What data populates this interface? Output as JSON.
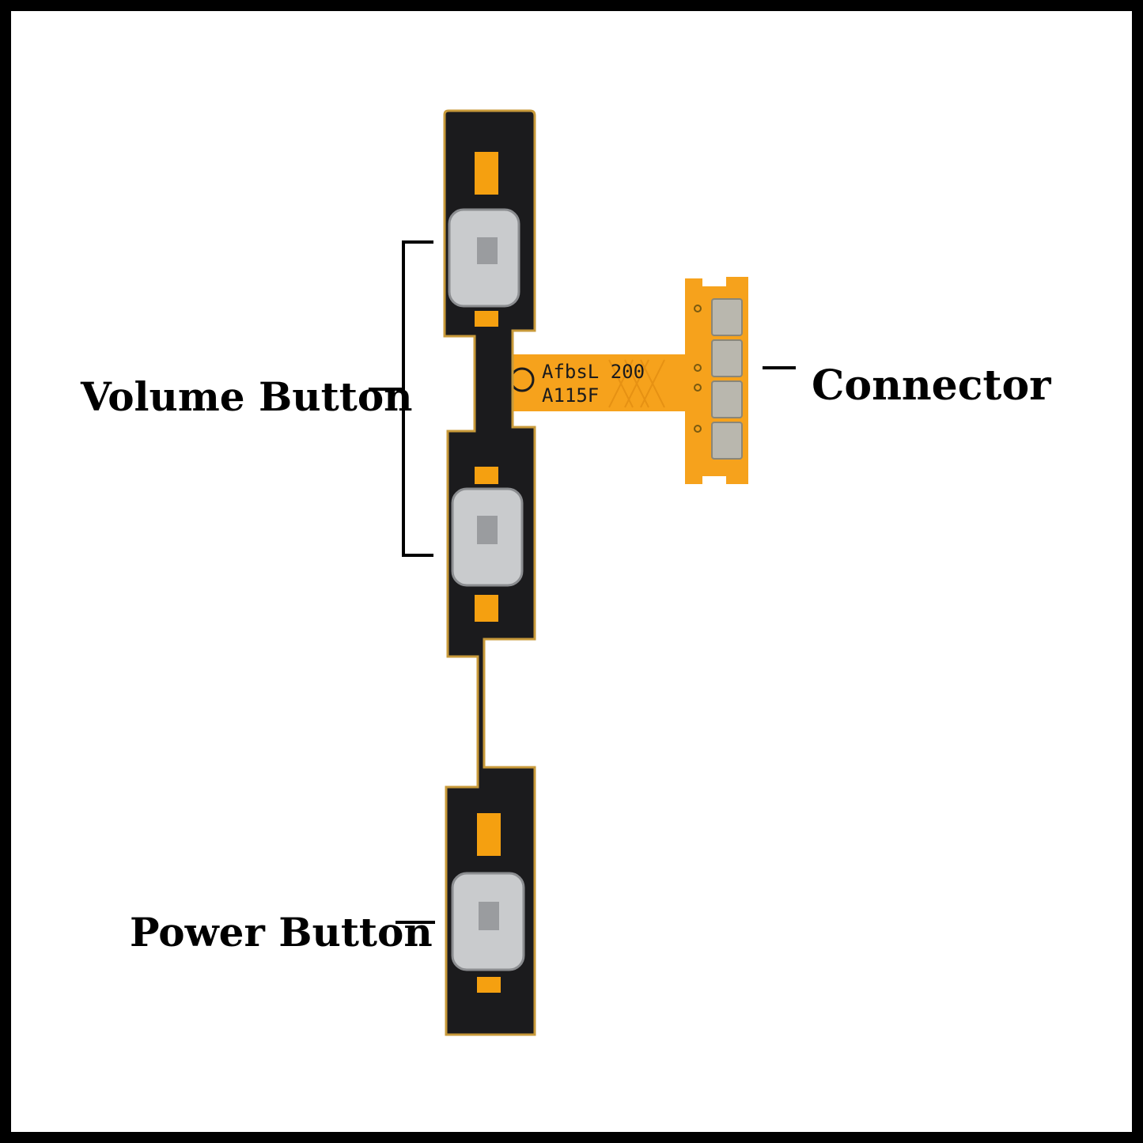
{
  "labels": {
    "volume": "Volume Button",
    "connector": "Connector",
    "power": "Power Button"
  },
  "flex_marking": {
    "line1": "AfbsL 200",
    "line2": "A115F"
  },
  "colors": {
    "background": "#ffffff",
    "frame": "#000000",
    "cable_black": "#1b1b1d",
    "flex_orange": "#f6a21c",
    "contact_gold": "#f5a010",
    "switch_metal": "#c9cbcd"
  }
}
